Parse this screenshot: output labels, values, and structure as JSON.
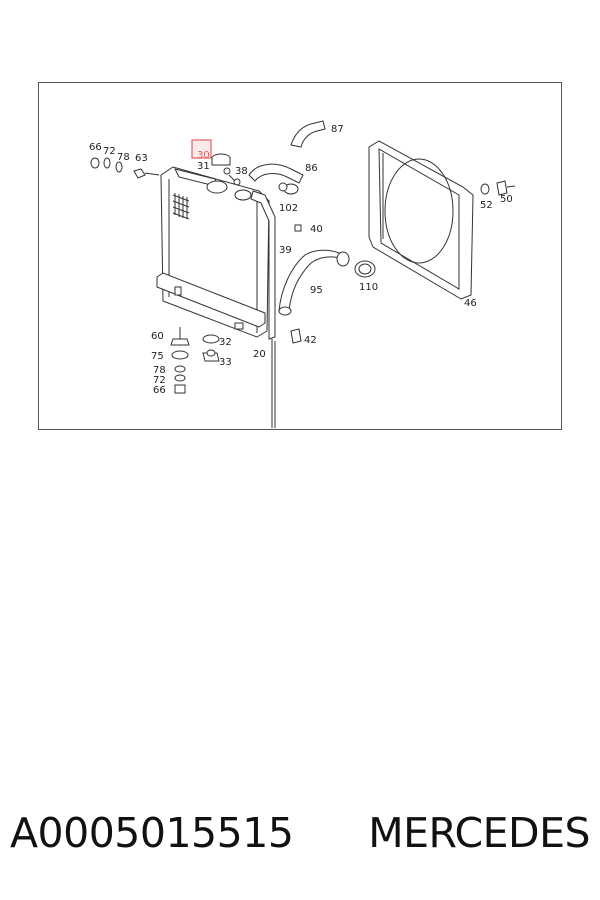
{
  "diagram": {
    "highlight_color": "#e06060",
    "highlighted_part": "30",
    "part_labels": {
      "p87": "87",
      "p66a": "66",
      "p72a": "72",
      "p78a": "78",
      "p63": "63",
      "p30": "30",
      "p31": "31",
      "p38": "38",
      "p86": "86",
      "p102": "102",
      "p40": "40",
      "p39": "39",
      "p95": "95",
      "p110": "110",
      "p52": "52",
      "p50": "50",
      "p46": "46",
      "p42": "42",
      "p20": "20",
      "p60": "60",
      "p32": "32",
      "p75": "75",
      "p33": "33",
      "p78b": "78",
      "p72b": "72",
      "p66b": "66"
    }
  },
  "caption": {
    "part_number": "A0005015515",
    "brand": "MERCEDES"
  }
}
